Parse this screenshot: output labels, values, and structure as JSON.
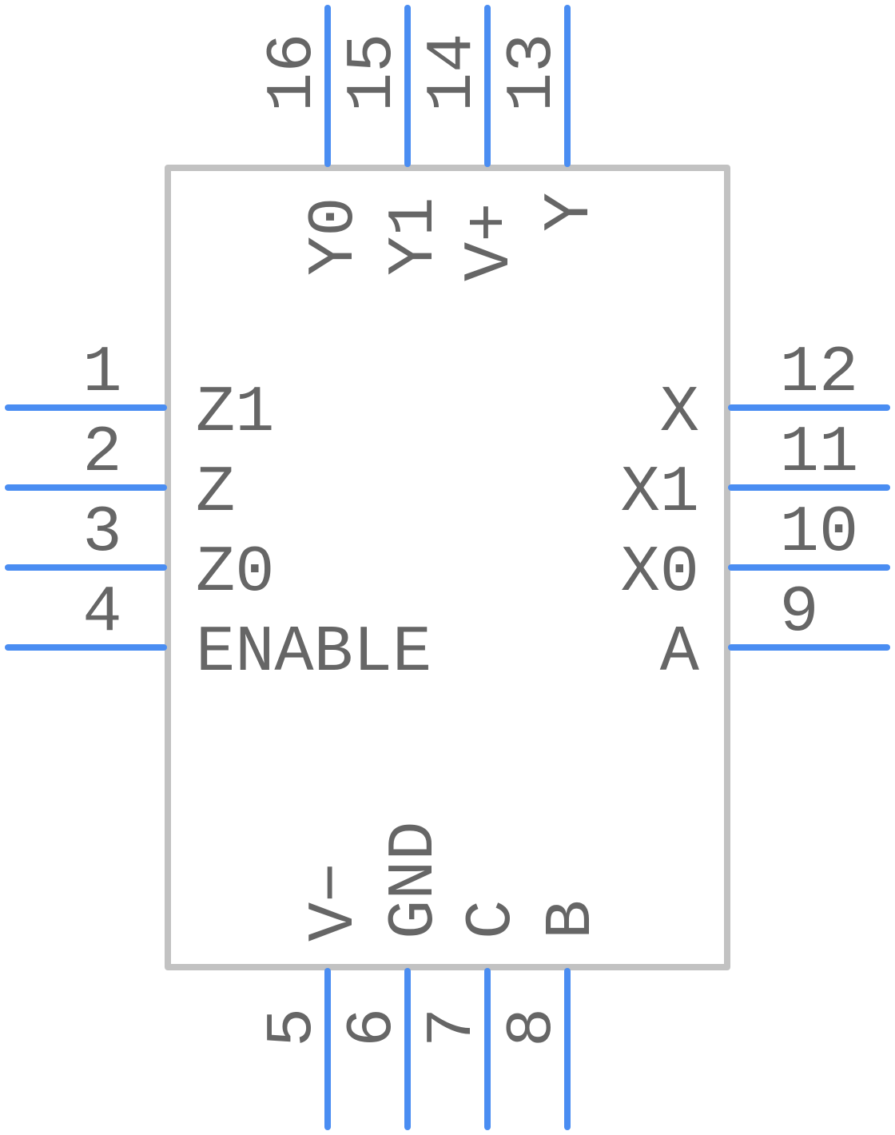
{
  "component": {
    "pins_left": [
      {
        "number": "1",
        "label": "Z1"
      },
      {
        "number": "2",
        "label": "Z"
      },
      {
        "number": "3",
        "label": "Z0"
      },
      {
        "number": "4",
        "label": "ENABLE"
      }
    ],
    "pins_right": [
      {
        "number": "12",
        "label": "X"
      },
      {
        "number": "11",
        "label": "X1"
      },
      {
        "number": "10",
        "label": "X0"
      },
      {
        "number": "9",
        "label": "A"
      }
    ],
    "pins_top": [
      {
        "number": "16",
        "label": "Y0"
      },
      {
        "number": "15",
        "label": "Y1"
      },
      {
        "number": "14",
        "label": "V+"
      },
      {
        "number": "13",
        "label": "Y"
      }
    ],
    "pins_bottom": [
      {
        "number": "5",
        "label": "V−"
      },
      {
        "number": "6",
        "label": "GND"
      },
      {
        "number": "7",
        "label": "C"
      },
      {
        "number": "8",
        "label": "B"
      }
    ]
  },
  "colors": {
    "pin": "#4a8df2",
    "body_outline": "#c2c2c2",
    "text": "#666666"
  }
}
